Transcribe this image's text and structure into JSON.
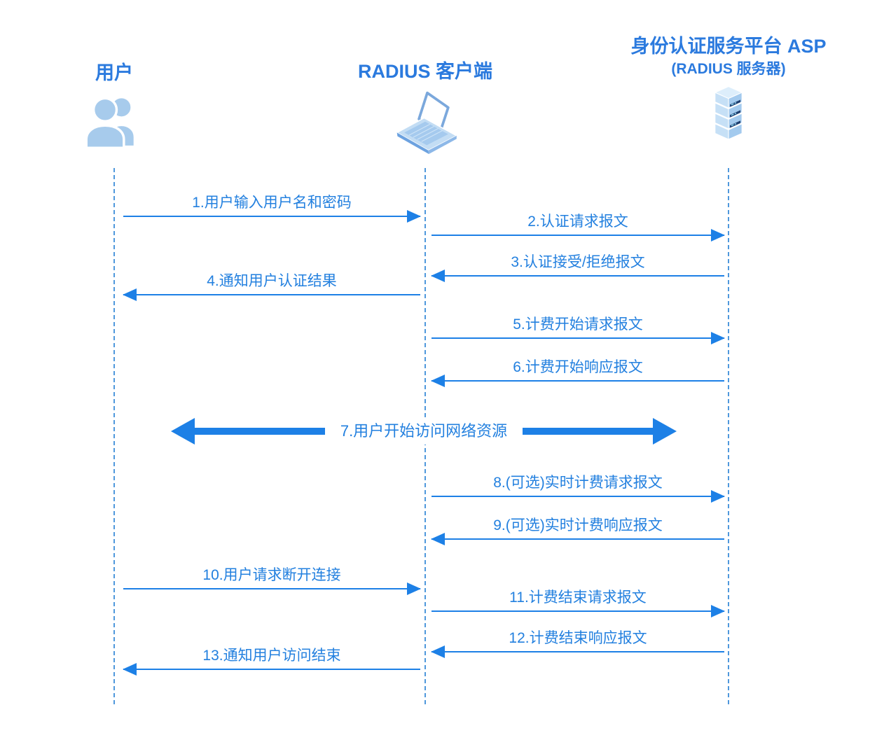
{
  "colors": {
    "header_blue": "#2b7ade",
    "message_blue": "#2380df",
    "arrow_blue": "#1d80e6",
    "lifeline_blue": "#4f98dc",
    "icon_light_blue": "#a7cbec"
  },
  "actors": [
    {
      "id": "user",
      "title": "用户",
      "icon": "users-icon"
    },
    {
      "id": "radius-client",
      "title": "RADIUS 客户端",
      "icon": "laptop-icon"
    },
    {
      "id": "asp-server",
      "title": "身份认证服务平台 ASP",
      "subtitle": "(RADIUS 服务器)",
      "icon": "server-icon"
    }
  ],
  "messages": [
    {
      "label": "1.用户输入用户名和密码",
      "from": "user",
      "to": "radius-client",
      "direction": "right"
    },
    {
      "label": "2.认证请求报文",
      "from": "radius-client",
      "to": "asp-server",
      "direction": "right"
    },
    {
      "label": "3.认证接受/拒绝报文",
      "from": "asp-server",
      "to": "radius-client",
      "direction": "left"
    },
    {
      "label": "4.通知用户认证结果",
      "from": "radius-client",
      "to": "user",
      "direction": "left"
    },
    {
      "label": "5.计费开始请求报文",
      "from": "radius-client",
      "to": "asp-server",
      "direction": "right"
    },
    {
      "label": "6.计费开始响应报文",
      "from": "asp-server",
      "to": "radius-client",
      "direction": "left"
    },
    {
      "label": "7.用户开始访问网络资源",
      "from": "user",
      "to": "asp-server",
      "direction": "both"
    },
    {
      "label": "8.(可选)实时计费请求报文",
      "from": "radius-client",
      "to": "asp-server",
      "direction": "right"
    },
    {
      "label": "9.(可选)实时计费响应报文",
      "from": "asp-server",
      "to": "radius-client",
      "direction": "left"
    },
    {
      "label": "10.用户请求断开连接",
      "from": "user",
      "to": "radius-client",
      "direction": "right"
    },
    {
      "label": "11.计费结束请求报文",
      "from": "radius-client",
      "to": "asp-server",
      "direction": "right"
    },
    {
      "label": "12.计费结束响应报文",
      "from": "asp-server",
      "to": "radius-client",
      "direction": "left"
    },
    {
      "label": "13.通知用户访问结束",
      "from": "radius-client",
      "to": "user",
      "direction": "left"
    }
  ]
}
